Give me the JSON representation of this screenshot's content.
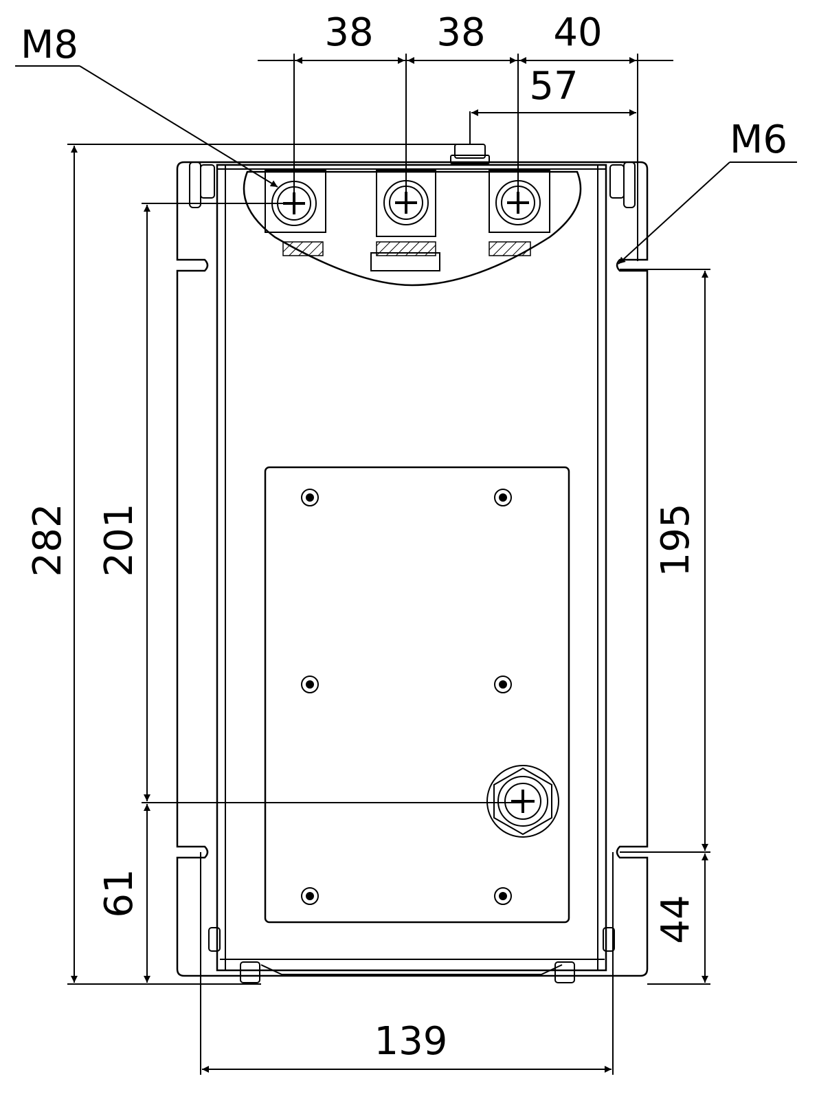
{
  "labels": {
    "top_38_left": "38",
    "top_38_right": "38",
    "top_40": "40",
    "dim_57": "57",
    "thread_m8": "M8",
    "thread_m6": "M6",
    "height_282": "282",
    "height_201": "201",
    "height_61": "61",
    "height_195": "195",
    "height_44": "44",
    "width_139": "139"
  },
  "colors": {
    "line": "#000000",
    "background": "#ffffff"
  }
}
